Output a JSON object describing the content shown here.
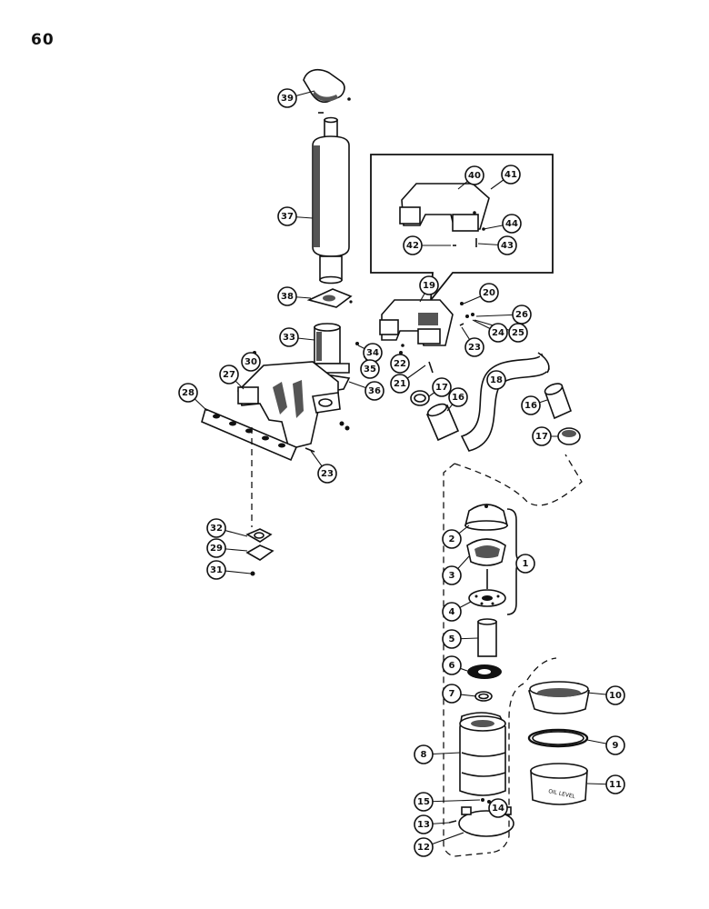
{
  "page_number": "60",
  "side_text": "OIL LEVEL",
  "callouts": [
    {
      "label": "39"
    },
    {
      "label": "37"
    },
    {
      "label": "40"
    },
    {
      "label": "41"
    },
    {
      "label": "44"
    },
    {
      "label": "42"
    },
    {
      "label": "43"
    },
    {
      "label": "38"
    },
    {
      "label": "19"
    },
    {
      "label": "20"
    },
    {
      "label": "26"
    },
    {
      "label": "24"
    },
    {
      "label": "25"
    },
    {
      "label": "23"
    },
    {
      "label": "33"
    },
    {
      "label": "34"
    },
    {
      "label": "35"
    },
    {
      "label": "22"
    },
    {
      "label": "21"
    },
    {
      "label": "30"
    },
    {
      "label": "27"
    },
    {
      "label": "28"
    },
    {
      "label": "36"
    },
    {
      "label": "17"
    },
    {
      "label": "16"
    },
    {
      "label": "18"
    },
    {
      "label": "16"
    },
    {
      "label": "17"
    },
    {
      "label": "23"
    },
    {
      "label": "32"
    },
    {
      "label": "29"
    },
    {
      "label": "31"
    },
    {
      "label": "2"
    },
    {
      "label": "3"
    },
    {
      "label": "1"
    },
    {
      "label": "4"
    },
    {
      "label": "5"
    },
    {
      "label": "6"
    },
    {
      "label": "7"
    },
    {
      "label": "10"
    },
    {
      "label": "8"
    },
    {
      "label": "9"
    },
    {
      "label": "11"
    },
    {
      "label": "15"
    },
    {
      "label": "14"
    },
    {
      "label": "13"
    },
    {
      "label": "12"
    }
  ]
}
